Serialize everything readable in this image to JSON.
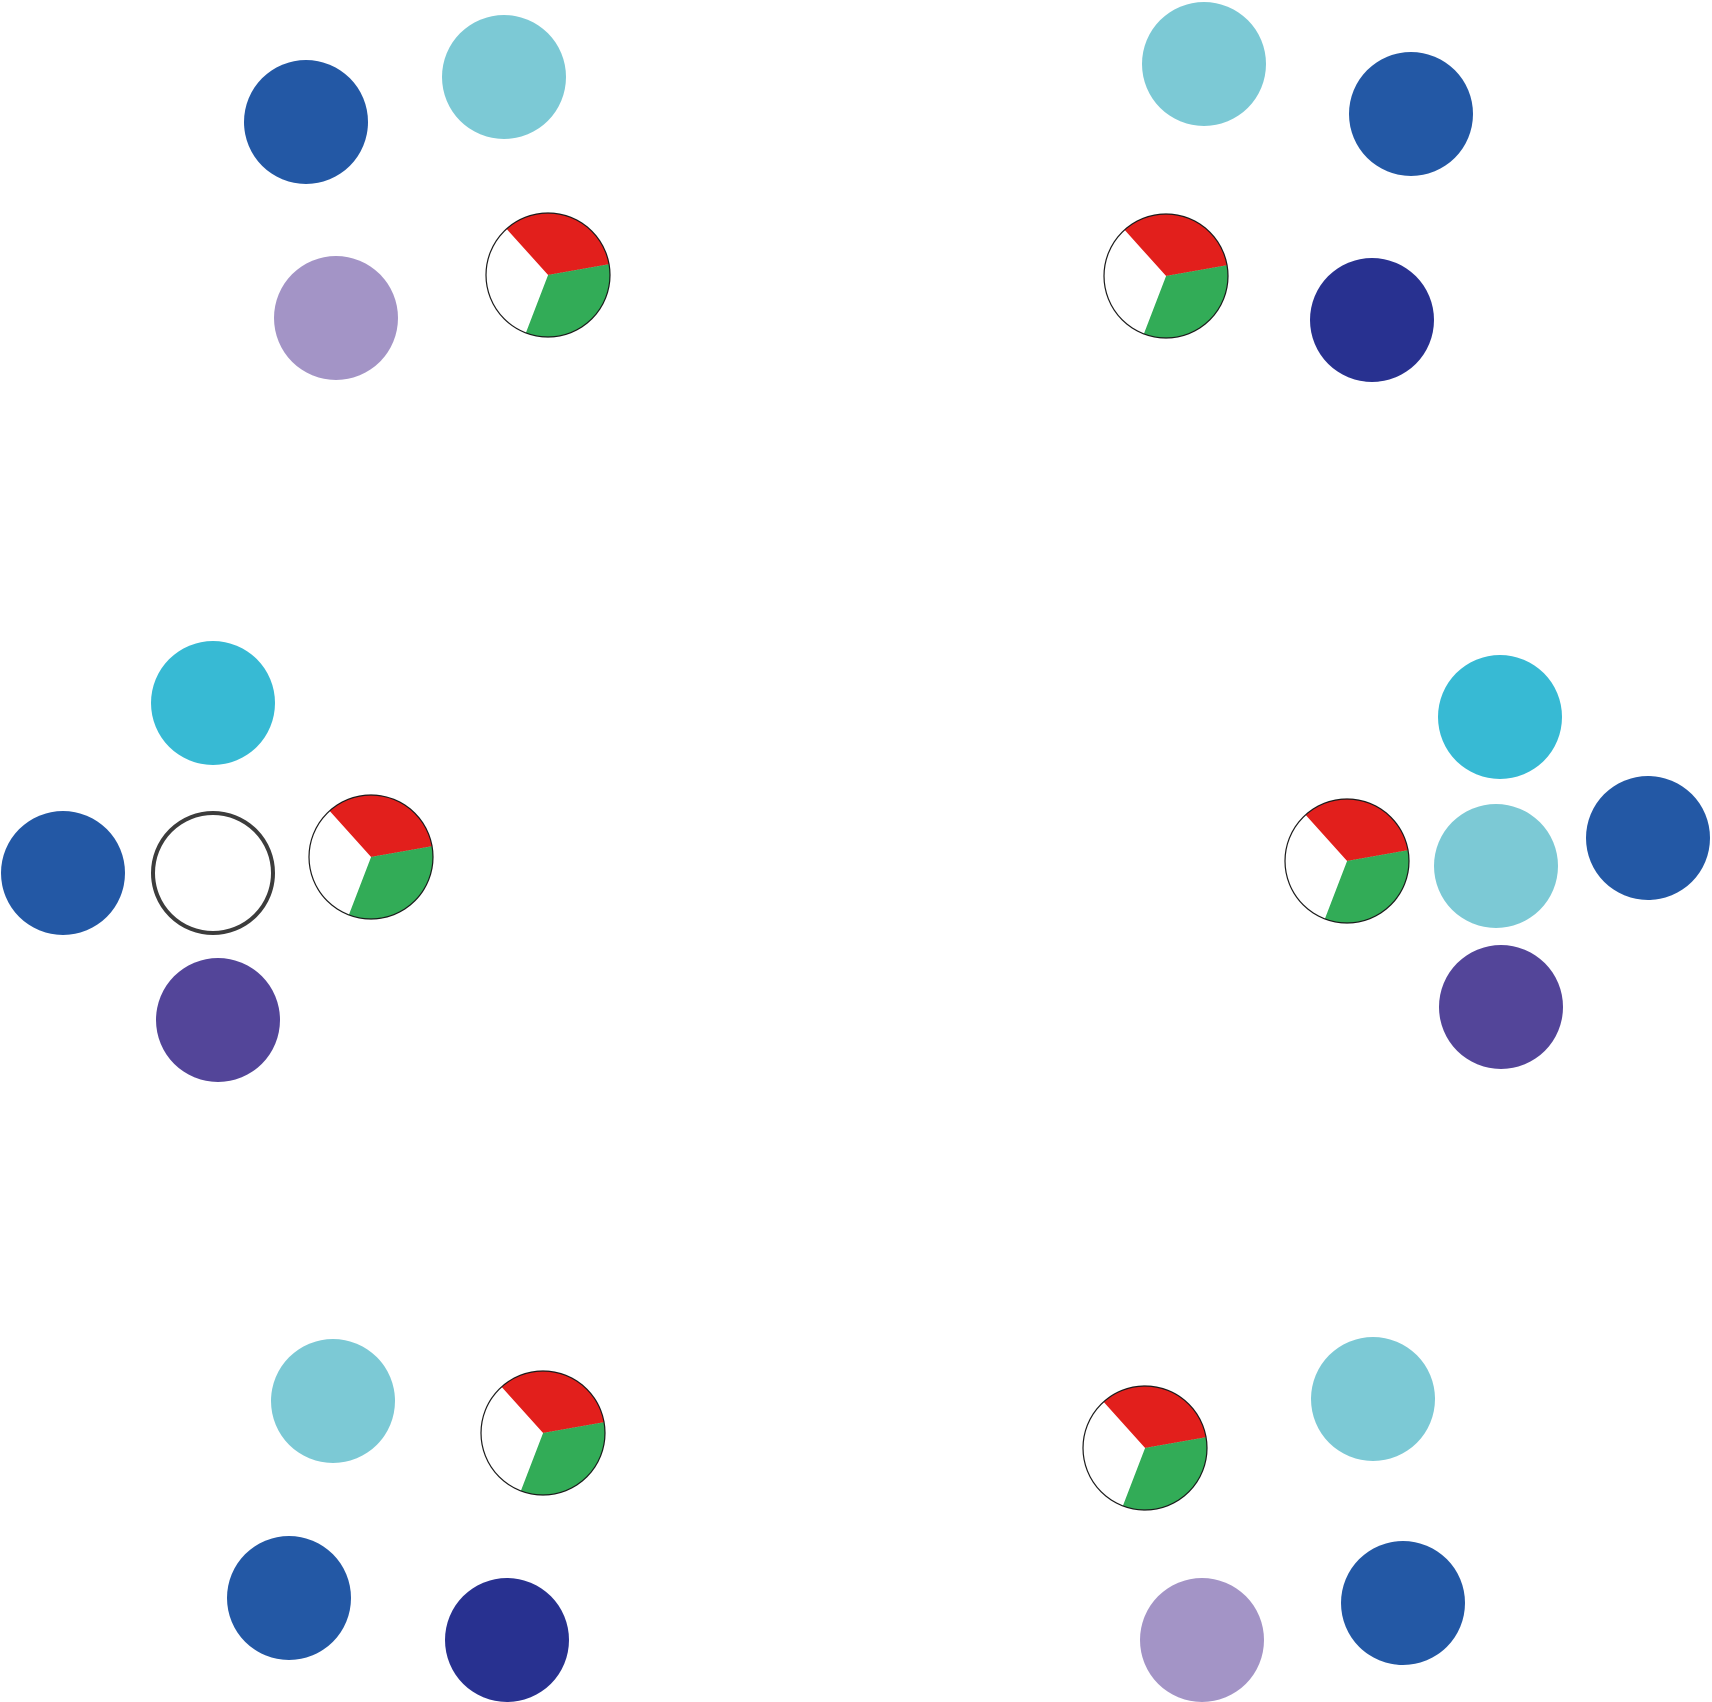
{
  "colors": {
    "royal_blue": "#2358A5",
    "light_teal": "#7CC9D5",
    "lavender": "#A394C6",
    "navy": "#283190",
    "bright_cyan": "#37BAD4",
    "purple": "#534599",
    "pie_red": "#E21F1C",
    "pie_green": "#32AC57",
    "pie_white": "#FFFFFF",
    "outline": "#3C3C3C"
  },
  "groups": [
    {
      "name": "top-left",
      "pie_chart": {
        "segments": [
          "red",
          "green",
          "white"
        ]
      },
      "circles": [
        "royal_blue",
        "light_teal",
        "lavender"
      ]
    },
    {
      "name": "top-right",
      "pie_chart": {
        "segments": [
          "red",
          "green",
          "white"
        ]
      },
      "circles": [
        "light_teal",
        "royal_blue",
        "navy"
      ]
    },
    {
      "name": "middle-left",
      "pie_chart": {
        "segments": [
          "red",
          "green",
          "white"
        ]
      },
      "circles": [
        "bright_cyan",
        "royal_blue",
        "empty_outline",
        "purple"
      ]
    },
    {
      "name": "middle-right",
      "pie_chart": {
        "segments": [
          "red",
          "green",
          "white"
        ]
      },
      "circles": [
        "bright_cyan",
        "light_teal",
        "royal_blue",
        "purple"
      ]
    },
    {
      "name": "bottom-left",
      "pie_chart": {
        "segments": [
          "red",
          "green",
          "white"
        ]
      },
      "circles": [
        "light_teal",
        "royal_blue",
        "navy"
      ]
    },
    {
      "name": "bottom-right",
      "pie_chart": {
        "segments": [
          "red",
          "green",
          "white"
        ]
      },
      "circles": [
        "light_teal",
        "lavender",
        "royal_blue"
      ]
    }
  ]
}
